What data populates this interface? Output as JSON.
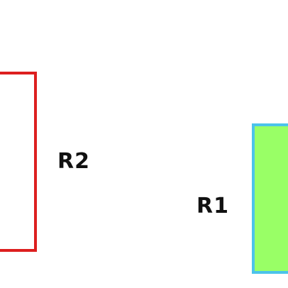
{
  "shapes": {
    "r2": {
      "label": "R2",
      "border_color": "#dd1f1f",
      "fill_color": "transparent"
    },
    "r1": {
      "label": "R1",
      "border_color": "#4cc3ea",
      "fill_color": "#99ff66"
    }
  }
}
